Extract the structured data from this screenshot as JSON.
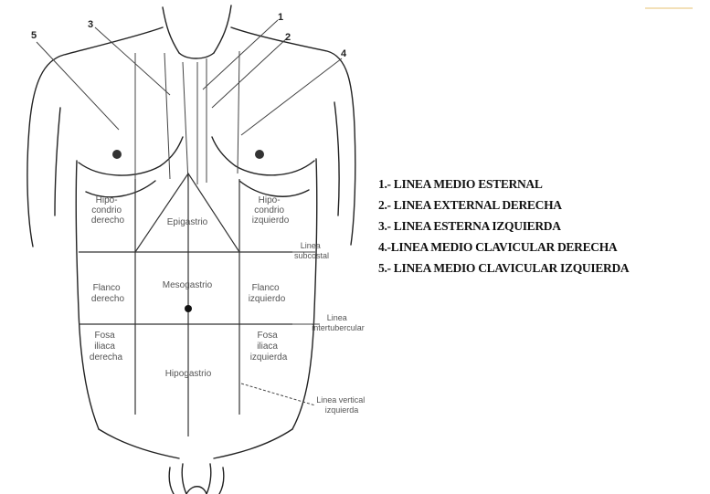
{
  "legend": [
    "1.- LINEA MEDIO ESTERNAL",
    "2.- LINEA EXTERNAL DERECHA",
    "3.- LINEA ESTERNA IZQUIERDA",
    "4.-LINEA MEDIO CLAVICULAR DERECHA",
    "5.- LINEA MEDIO CLAVICULAR IZQUIERDA"
  ],
  "numbers": [
    "1",
    "2",
    "3",
    "4",
    "5"
  ],
  "regions": {
    "hipocondrio_derecho": [
      "Hipo-",
      "condrio",
      "derecho"
    ],
    "epigastrio": "Epigastrio",
    "hipocondrio_izquierdo": [
      "Hipo-",
      "condrio",
      "izquierdo"
    ],
    "flanco_derecho": [
      "Flanco",
      "derecho"
    ],
    "mesogastrio": "Mesogastrio",
    "flanco_izquierdo": [
      "Flanco",
      "izquierdo"
    ],
    "fosa_iliaca_derecha": [
      "Fosa",
      "iliaca",
      "derecha"
    ],
    "hipogastrio": "Hipogastrio",
    "fosa_iliaca_izquierda": [
      "Fosa",
      "iliaca",
      "izquierda"
    ]
  },
  "line_labels": {
    "subcostal": [
      "Linea",
      "subcostal"
    ],
    "intertubercular": [
      "Linea",
      "intertubercular"
    ],
    "vertical_izquierda": [
      "Linea vertical",
      "izquierda"
    ]
  }
}
